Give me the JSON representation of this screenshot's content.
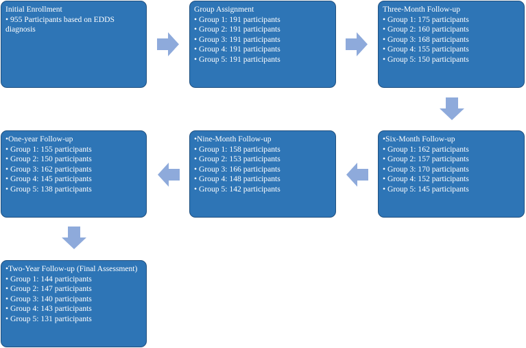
{
  "colors": {
    "box_fill": "#2e75b6",
    "box_border": "#1f4f7e",
    "arrow": "#8eaadb",
    "text": "#ffffff"
  },
  "boxes": [
    {
      "title": "Initial Enrollment",
      "items": [
        "955 Participants based on EDDS diagnosis"
      ]
    },
    {
      "title": "Group Assignment",
      "items": [
        "Group 1: 191 participants",
        "Group 2: 191 participants",
        "Group 3: 191 participants",
        "Group 4: 191 participants",
        "Group 5: 191 participants"
      ]
    },
    {
      "title": "Three-Month Follow-up",
      "items": [
        "Group 1: 175 participants",
        "Group 2: 160 participants",
        "Group 3: 168 participants",
        "Group 4: 155 participants",
        "Group 5: 150 participants"
      ]
    },
    {
      "title": "•Six-Month Follow-up",
      "items": [
        "Group 1: 162 participants",
        "Group 2: 157 participants",
        "Group 3: 170 participants",
        "Group 4: 152 participants",
        "Group 5: 145 participants"
      ]
    },
    {
      "title": "•Nine-Month Follow-up",
      "items": [
        "Group 1: 158 participants",
        "Group 2: 153 participants",
        "Group 3: 166 participants",
        "Group 4: 148 participants",
        "Group 5: 142 participants"
      ]
    },
    {
      "title": "•One-year Follow-up",
      "items": [
        "Group 1: 155 participants",
        "Group 2: 150 participants",
        "Group 3: 162 participants",
        "Group 4: 145 participants",
        "Group 5: 138 participants"
      ]
    },
    {
      "title": "•Two-Year Follow-up (Final Assessment)",
      "items": [
        "Group 1: 144 participants",
        "Group 2: 147 participants",
        "Group 3: 140 participants",
        "Group 4: 143 participants",
        "Group 5: 131 participants"
      ]
    }
  ]
}
